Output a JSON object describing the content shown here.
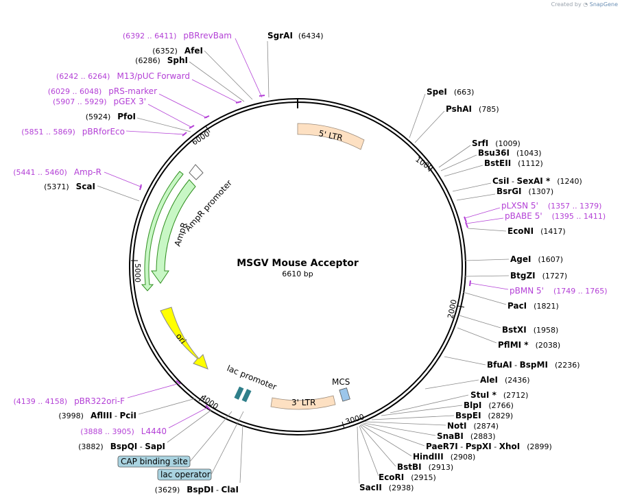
{
  "credit": {
    "prefix": "Created by",
    "brand": "SnapGene"
  },
  "title": "MSGV Mouse Acceptor",
  "length": "6610 bp",
  "ticks": [
    "1000",
    "2000",
    "3000",
    "4000",
    "5000",
    "6000"
  ],
  "features": {
    "ltr5": "5' LTR",
    "ltr3": "3' LTR",
    "ampr": "AmpR",
    "ampr_promoter": "AmpR promoter",
    "ori": "ori",
    "lac_promoter": "lac promoter",
    "mcs": "MCS",
    "cap": "CAP binding site",
    "lac_operator": "lac operator"
  },
  "sites_right": [
    {
      "name": "SpeI",
      "pos": "(663)"
    },
    {
      "name": "PshAI",
      "pos": "(785)"
    },
    {
      "name": "SrfI",
      "pos": "(1009)"
    },
    {
      "name": "Bsu36I",
      "pos": "(1043)"
    },
    {
      "name": "BstEII",
      "pos": "(1112)"
    },
    {
      "name": "CsiI",
      "sep": " - ",
      "name2": "SexAI *",
      "pos": "(1240)"
    },
    {
      "name": "BsrGI",
      "pos": "(1307)"
    },
    {
      "name": "EcoNI",
      "pos": "(1417)"
    },
    {
      "name": "AgeI",
      "pos": "(1607)"
    },
    {
      "name": "BtgZI",
      "pos": "(1727)"
    },
    {
      "name": "PacI",
      "pos": "(1821)"
    },
    {
      "name": "BstXI",
      "pos": "(1958)"
    },
    {
      "name": "PflMI *",
      "pos": "(2038)"
    },
    {
      "name": "BfuAI",
      "sep": " - ",
      "name2": "BspMI",
      "pos": "(2236)"
    },
    {
      "name": "AleI",
      "pos": "(2436)"
    },
    {
      "name": "StuI *",
      "pos": "(2712)"
    },
    {
      "name": "BlpI",
      "pos": "(2766)"
    },
    {
      "name": "BspEI",
      "pos": "(2829)"
    },
    {
      "name": "NotI",
      "pos": "(2874)"
    },
    {
      "name": "SnaBI",
      "pos": "(2883)"
    },
    {
      "name": "PaeR7I",
      "sep": " - ",
      "name2": "PspXI",
      "sep2": " - ",
      "name3": "XhoI",
      "pos": "(2899)"
    },
    {
      "name": "HindIII",
      "pos": "(2908)"
    },
    {
      "name": "BstBI",
      "pos": "(2913)"
    },
    {
      "name": "EcoRI",
      "pos": "(2915)"
    },
    {
      "name": "SacII",
      "pos": "(2938)"
    }
  ],
  "primers_right": [
    {
      "name": "pLXSN 5'",
      "range": "(1357 .. 1379)"
    },
    {
      "name": "pBABE 5'",
      "range": "(1395 .. 1411)"
    },
    {
      "name": "pBMN 5'",
      "range": "(1749 .. 1765)"
    }
  ],
  "sites_left": [
    {
      "pos": "(6352)",
      "name": "AfeI"
    },
    {
      "pos": "(6286)",
      "name": "SphI"
    },
    {
      "pos": "(5924)",
      "name": "PfoI"
    },
    {
      "pos": "(5371)",
      "name": "ScaI"
    },
    {
      "pos": "(3998)",
      "name": "AflIII",
      "sep": " - ",
      "name2": "PciI"
    },
    {
      "pos": "(3882)",
      "name": "BspQI",
      "sep": " - ",
      "name2": "SapI"
    },
    {
      "pos": "(3629)",
      "name": "BspDI",
      "sep": " - ",
      "name2": "ClaI"
    }
  ],
  "site_top": {
    "name": "SgrAI",
    "pos": "(6434)"
  },
  "primers_left": [
    {
      "range": "(6392 .. 6411)",
      "name": "pBRrevBam"
    },
    {
      "range": "(6242 .. 6264)",
      "name": "M13/pUC Forward"
    },
    {
      "range": "(6029 .. 6048)",
      "name": "pRS-marker"
    },
    {
      "range": "(5907 .. 5929)",
      "name": "pGEX 3'"
    },
    {
      "range": "(5851 .. 5869)",
      "name": "pBRforEco"
    },
    {
      "range": "(5441 .. 5460)",
      "name": "Amp-R"
    },
    {
      "range": "(4139 .. 4158)",
      "name": "pBR322ori-F"
    },
    {
      "range": "(3888 .. 3905)",
      "name": "L4440"
    }
  ],
  "colors": {
    "ltr": "#fde0c2",
    "ampr": "#c8f7c5",
    "ori": "#ffff00",
    "lac": "#2f7f8a",
    "mcs": "#9cc6ea",
    "primer": "#b340d6",
    "boxed": "#a9d3e0"
  }
}
